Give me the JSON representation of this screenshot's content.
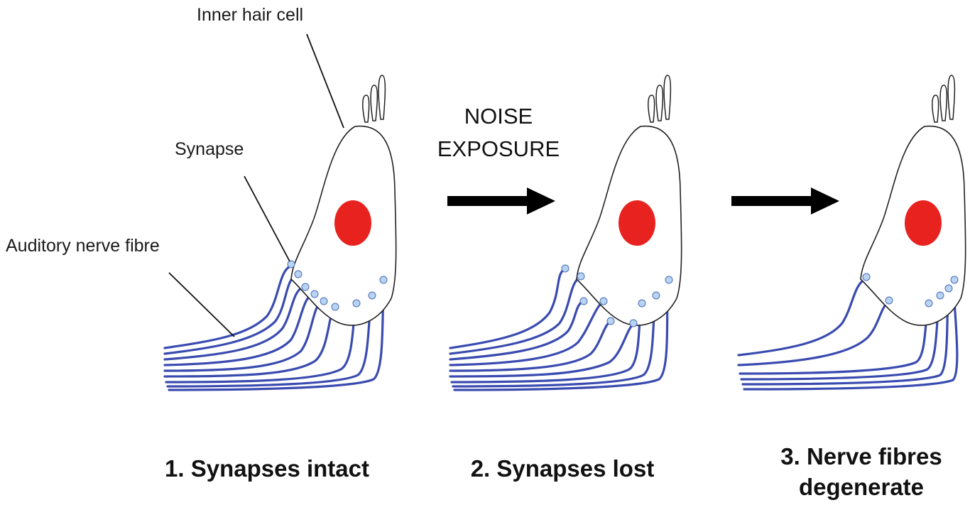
{
  "labels": {
    "inner_hair_cell": "Inner hair cell",
    "synapse": "Synapse",
    "auditory_nerve_fibre": "Auditory nerve fibre"
  },
  "arrow_text": {
    "line1": "NOISE",
    "line2": "EXPOSURE"
  },
  "captions": {
    "stage1": "1. Synapses intact",
    "stage2": "2. Synapses lost",
    "stage3_line1": "3. Nerve fibres",
    "stage3_line2": "degenerate"
  },
  "colors": {
    "nucleus": "#e8231f",
    "nerve_fibre": "#3a4bb0",
    "synapse": "#b9d3f2",
    "arrow": "#000000"
  }
}
